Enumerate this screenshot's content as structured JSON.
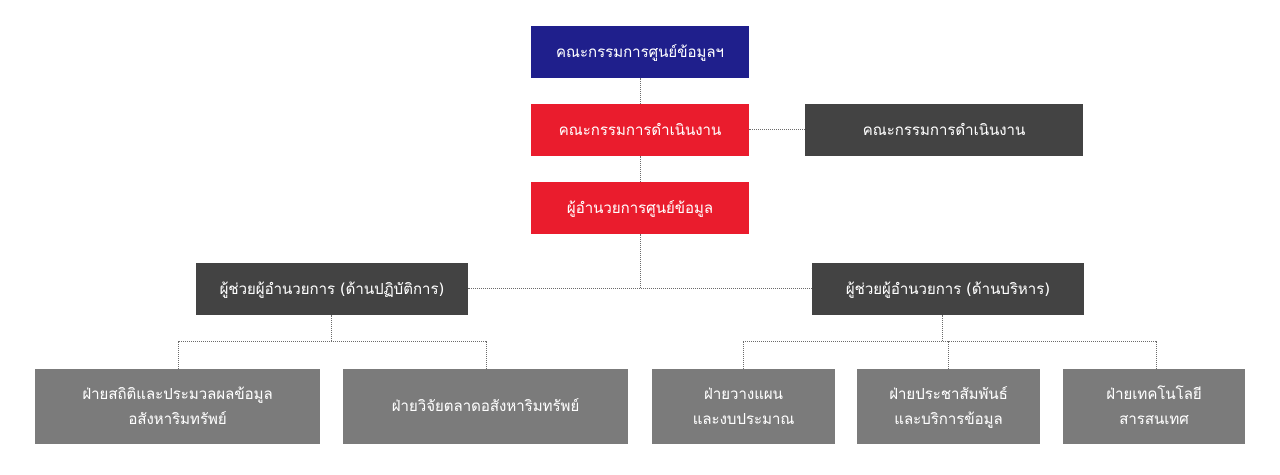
{
  "org_chart": {
    "board": "คณะกรรมการศูนย์ข้อมูลฯ",
    "executive_committee": "คณะกรรมการดำเนินงาน",
    "side_committee": "คณะกรรมการดำเนินงาน",
    "director": "ผู้อำนวยการศูนย์ข้อมูล",
    "assistant_operations": "ผู้ช่วยผู้อำนวยการ (ด้านปฏิบัติการ)",
    "assistant_administration": "ผู้ช่วยผู้อำนวยการ (ด้านบริหาร)",
    "departments": [
      {
        "line1": "ฝ่ายสถิติและประมวลผลข้อมูล",
        "line2": "อสังหาริมทรัพย์"
      },
      {
        "line1": "ฝ่ายวิจัยตลาดอสังหาริมทรัพย์",
        "line2": ""
      },
      {
        "line1": "ฝ่ายวางแผน",
        "line2": "และงบประมาณ"
      },
      {
        "line1": "ฝ่ายประชาสัมพันธ์",
        "line2": "และบริการข้อมูล"
      },
      {
        "line1": "ฝ่ายเทคโนโลยี",
        "line2": "สารสนเทศ"
      }
    ]
  },
  "colors": {
    "board": "#1f1f8c",
    "executive": "#ea1c2d",
    "assistant": "#434343",
    "department": "#7b7b7b",
    "connector": "#6b6b6b"
  }
}
